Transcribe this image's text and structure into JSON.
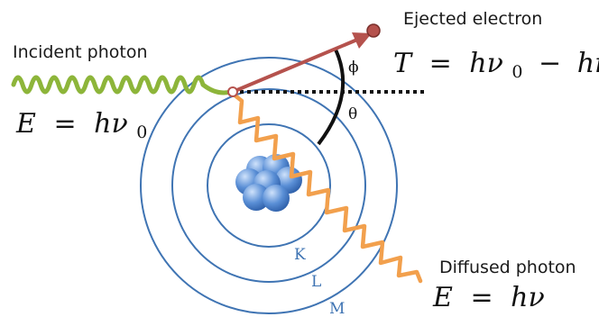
{
  "labels": {
    "incident_photon": "Incident photon",
    "ejected_electron": "Ejected electron",
    "diffused_photon": "Diffused photon"
  },
  "equations": {
    "incident": {
      "lhs": "E",
      "eq": "=",
      "rhs": "hν",
      "sub": "0"
    },
    "kinetic": {
      "lhs": "T",
      "eq": "=",
      "term1": "hν",
      "sub": "0",
      "minus": "−",
      "term2": "hν"
    },
    "diffused": {
      "lhs": "E",
      "eq": "=",
      "rhs": "hν"
    }
  },
  "angles": {
    "phi": "ϕ",
    "theta": "θ"
  },
  "shells": [
    "K",
    "L",
    "M"
  ],
  "colors": {
    "shell": "#3f74b3",
    "incident_wave": "#8db53a",
    "diffused_wave": "#f2a04d",
    "electron_arrow": "#b5524d",
    "nucleus": "#4f86d0"
  }
}
